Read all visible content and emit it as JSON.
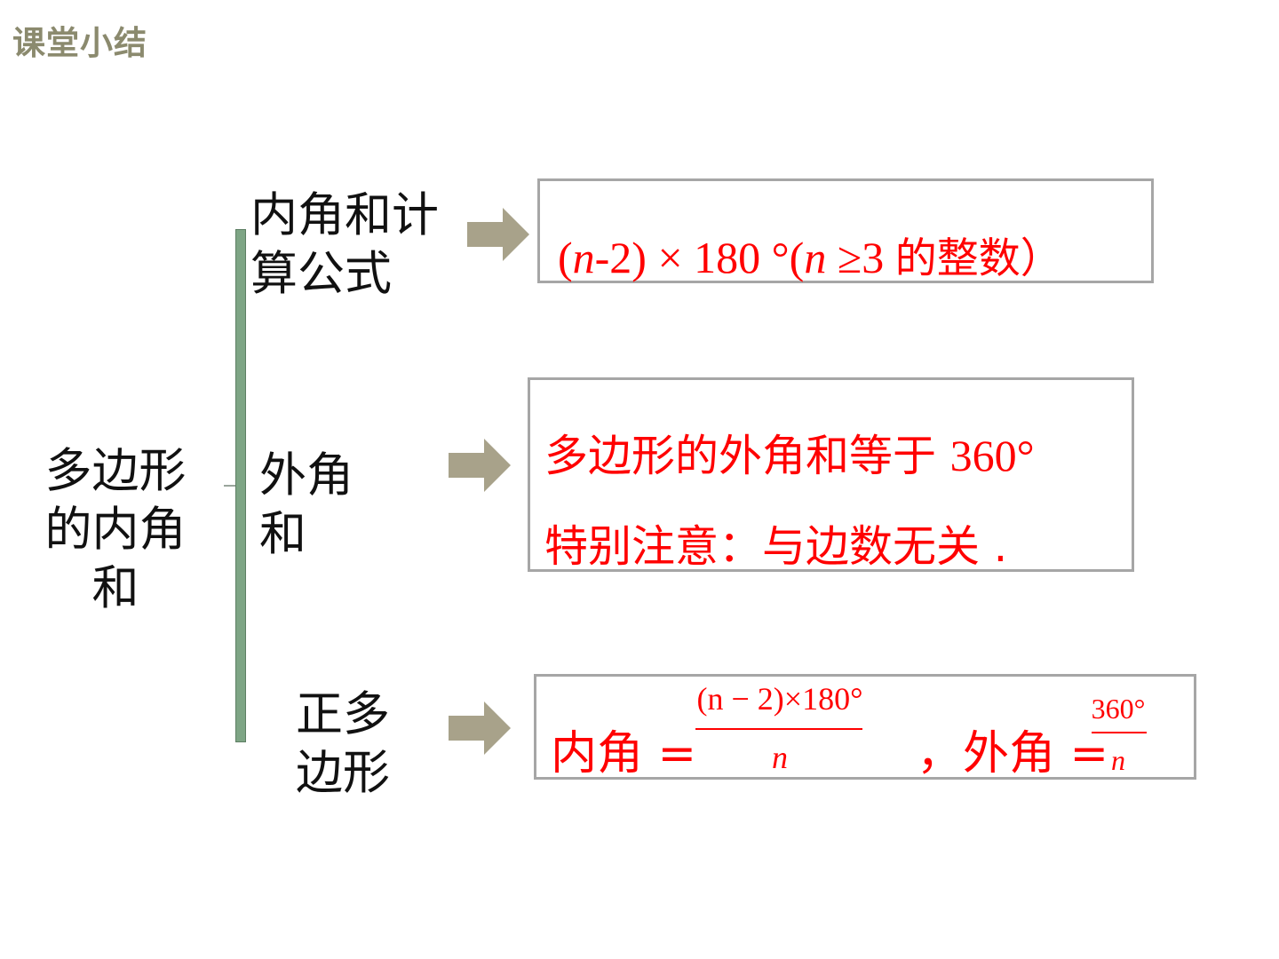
{
  "header": {
    "title": "课堂小结"
  },
  "root_topic": {
    "line1": "多边形",
    "line2": "的内角",
    "line3": "和"
  },
  "branches": [
    {
      "label_line1": "内角和计",
      "label_line2": "算公式",
      "formula": {
        "open": "(",
        "n1": "n",
        "minus2": "-2) × 180 °(",
        "n2": "n",
        "condition": " ≥3 ",
        "cjk_tail": "的整数）"
      }
    },
    {
      "label_line1": "外角",
      "label_line2": "和",
      "statement": {
        "text": "多边形的外角和等于 ",
        "value": "360°"
      },
      "note": "特别注意：与边数无关 ."
    },
    {
      "label_line1": "正多",
      "label_line2": "边形",
      "interior": {
        "label": "内角 =",
        "numerator": "(n − 2)×180°",
        "denominator": "n"
      },
      "exterior": {
        "label": "，外角 =",
        "numerator": "360°",
        "denominator": "n"
      }
    }
  ],
  "colors": {
    "title": "#8b8a6e",
    "accent_red": "#ff0000",
    "bar_green": "#7ea585",
    "arrow": "#a8a28a",
    "box_border": "#a6a6a6"
  },
  "icons": {
    "arrow": "right-arrow-icon"
  }
}
